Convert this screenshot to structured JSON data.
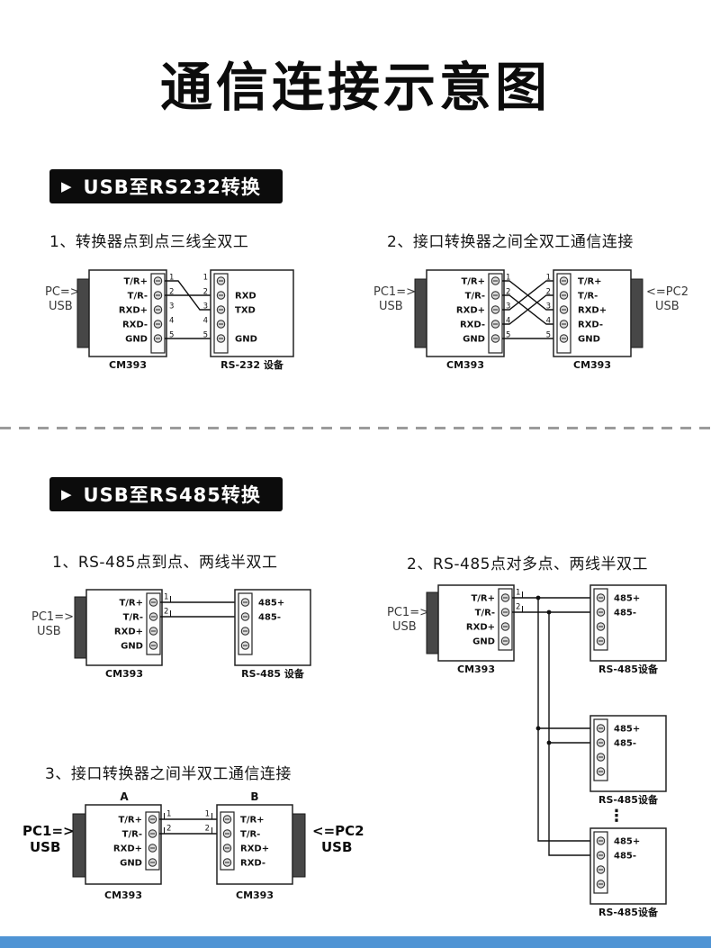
{
  "title": "通信连接示意图",
  "footer_bar_color": "#4f94d4",
  "section_rs232": {
    "header": "USB至RS232转换",
    "caption1": "1、转换器点到点三线全双工",
    "caption2": "2、接口转换器之间全双工通信连接"
  },
  "section_rs485": {
    "header": "USB至RS485转换",
    "caption1": "1、RS-485点到点、两线半双工",
    "caption2": "2、RS-485点对多点、两线半双工",
    "caption3": "3、接口转换器之间半双工通信连接"
  },
  "labels": {
    "pc": "PC=>",
    "pc1": "PC1=>",
    "pc2": "<=PC2",
    "usb": "USB",
    "cm393": "CM393",
    "rs232_device": "RS-232 设备",
    "rs485_device": "RS-485 设备",
    "rs485_device_compact": "RS-485设备",
    "module_a": "A",
    "module_b": "B",
    "ellipsis": "⋮",
    "play_icon": "▶"
  },
  "pins": {
    "conv5": [
      "T/R+",
      "T/R-",
      "RXD+",
      "RXD-",
      "GND"
    ],
    "conv4_gnd": [
      "T/R+",
      "T/R-",
      "RXD+",
      "GND"
    ],
    "conv4_rxd": [
      "T/R+",
      "T/R-",
      "RXD+",
      "RXD-"
    ],
    "rs232dev": [
      "RXD",
      "TXD",
      "GND"
    ],
    "rs485dev": [
      "485+",
      "485-"
    ]
  },
  "wire_numbers": [
    "1",
    "2",
    "3",
    "4",
    "5"
  ]
}
